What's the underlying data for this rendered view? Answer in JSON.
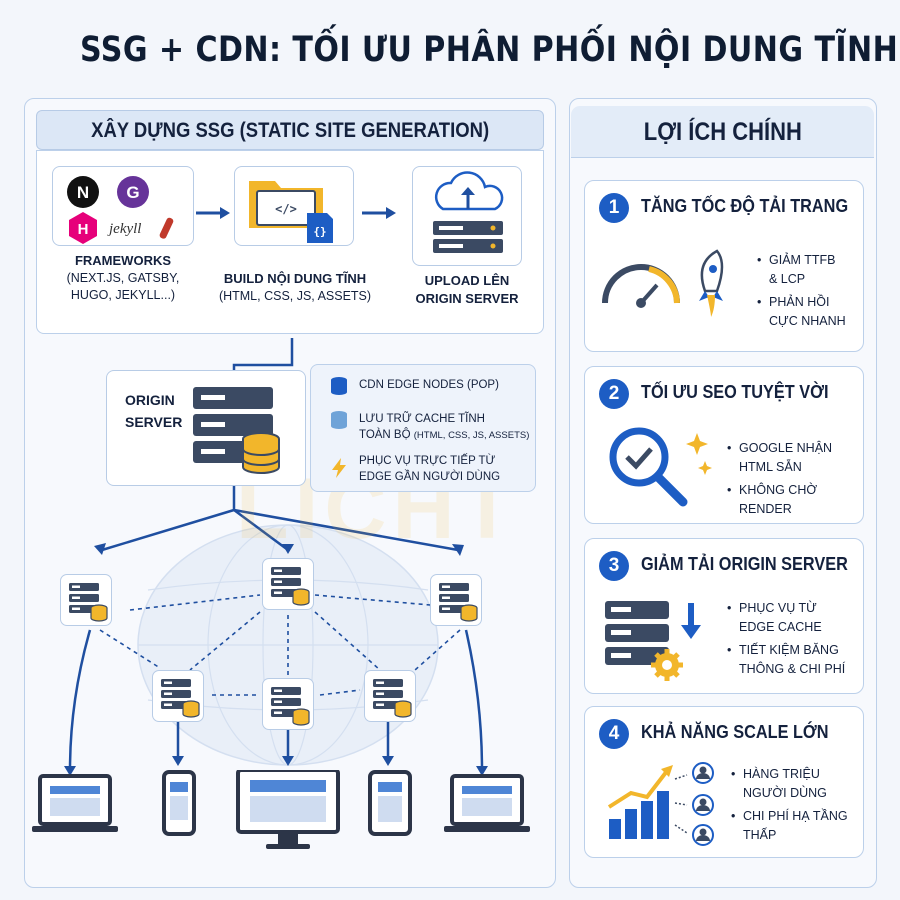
{
  "title": "SSG + CDN: TỐI ƯU PHÂN PHỐI NỘI DUNG TĨNH",
  "ssg_section": {
    "header": "XÂY DỰNG SSG (STATIC SITE GENERATION)",
    "steps": [
      {
        "title": "FRAMEWORKS",
        "lines": [
          "(NEXT.JS, GATSBY,",
          "HUGO, JEKYLL...)"
        ],
        "logo_text": "jekyll"
      },
      {
        "title": "BUILD NỘI DUNG TĨNH",
        "lines": [
          "(HTML, CSS, JS, ASSETS)"
        ]
      },
      {
        "title": "UPLOAD LÊN",
        "lines": [
          "ORIGIN SERVER"
        ]
      }
    ]
  },
  "origin": {
    "label_1": "ORIGIN",
    "label_2": "SERVER"
  },
  "legend": [
    {
      "icon": "database-icon",
      "line1": "CDN EDGE NODES (POP)",
      "line2": ""
    },
    {
      "icon": "database-icon",
      "line1": "LƯU TRỮ CACHE TĨNH",
      "line2": "TOÀN BỘ",
      "line2_small": "(HTML, CSS, JS, ASSETS)"
    },
    {
      "icon": "lightning-icon",
      "line1": "PHỤC VỤ TRỰC TIẾP TỪ",
      "line2": "EDGE GẦN NGƯỜI DÙNG"
    }
  ],
  "watermark": "LICHT",
  "benefits": {
    "header": "LỢI ÍCH CHÍNH",
    "items": [
      {
        "num": "1",
        "title": "TĂNG TỐC ĐỘ TẢI TRANG",
        "bullets": [
          [
            "GIẢM TTFB",
            "& LCP"
          ],
          [
            "PHẢN HỒI",
            "CỰC NHANH"
          ]
        ]
      },
      {
        "num": "2",
        "title": "TỐI ƯU SEO TUYỆT VỜI",
        "bullets": [
          [
            "GOOGLE NHẬN",
            "HTML SẴN"
          ],
          [
            "KHÔNG CHỜ RENDER"
          ]
        ]
      },
      {
        "num": "3",
        "title": "GIẢM TẢI ORIGIN SERVER",
        "bullets": [
          [
            "PHỤC VỤ TỪ",
            "EDGE CACHE"
          ],
          [
            "TIẾT KIỆM BĂNG",
            "THÔNG & CHI PHÍ"
          ]
        ]
      },
      {
        "num": "4",
        "title": "KHẢ NĂNG SCALE LỚN",
        "bullets": [
          [
            "HÀNG TRIỆU",
            "NGƯỜI DÙNG"
          ],
          [
            "CHI PHÍ HẠ TẦNG",
            "THẤP"
          ]
        ]
      }
    ]
  },
  "colors": {
    "accent": "#1d5dc4",
    "gold": "#f2b62b",
    "dark": "#3b4a63",
    "arrow": "#1f4fa0"
  }
}
